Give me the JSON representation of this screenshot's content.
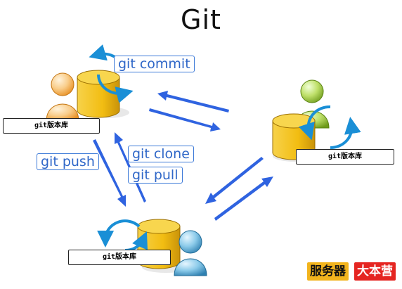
{
  "title": "Git",
  "commands": {
    "commit": "git commit",
    "push": "git push",
    "clone": "git clone",
    "pull": "git pull"
  },
  "repos": {
    "top_left": "git版本库",
    "right": "git版本库",
    "bottom": "git版本库"
  },
  "brand": {
    "part1": "服务器",
    "part2": "大本营"
  },
  "colors": {
    "arrow_blue": "#2f63e0",
    "cycle_blue": "#1a8fd6",
    "db_yellow": "#f5c518",
    "user_orange": "#f6b25a",
    "user_green": "#9ccc3a",
    "user_blue": "#5aaed8"
  }
}
